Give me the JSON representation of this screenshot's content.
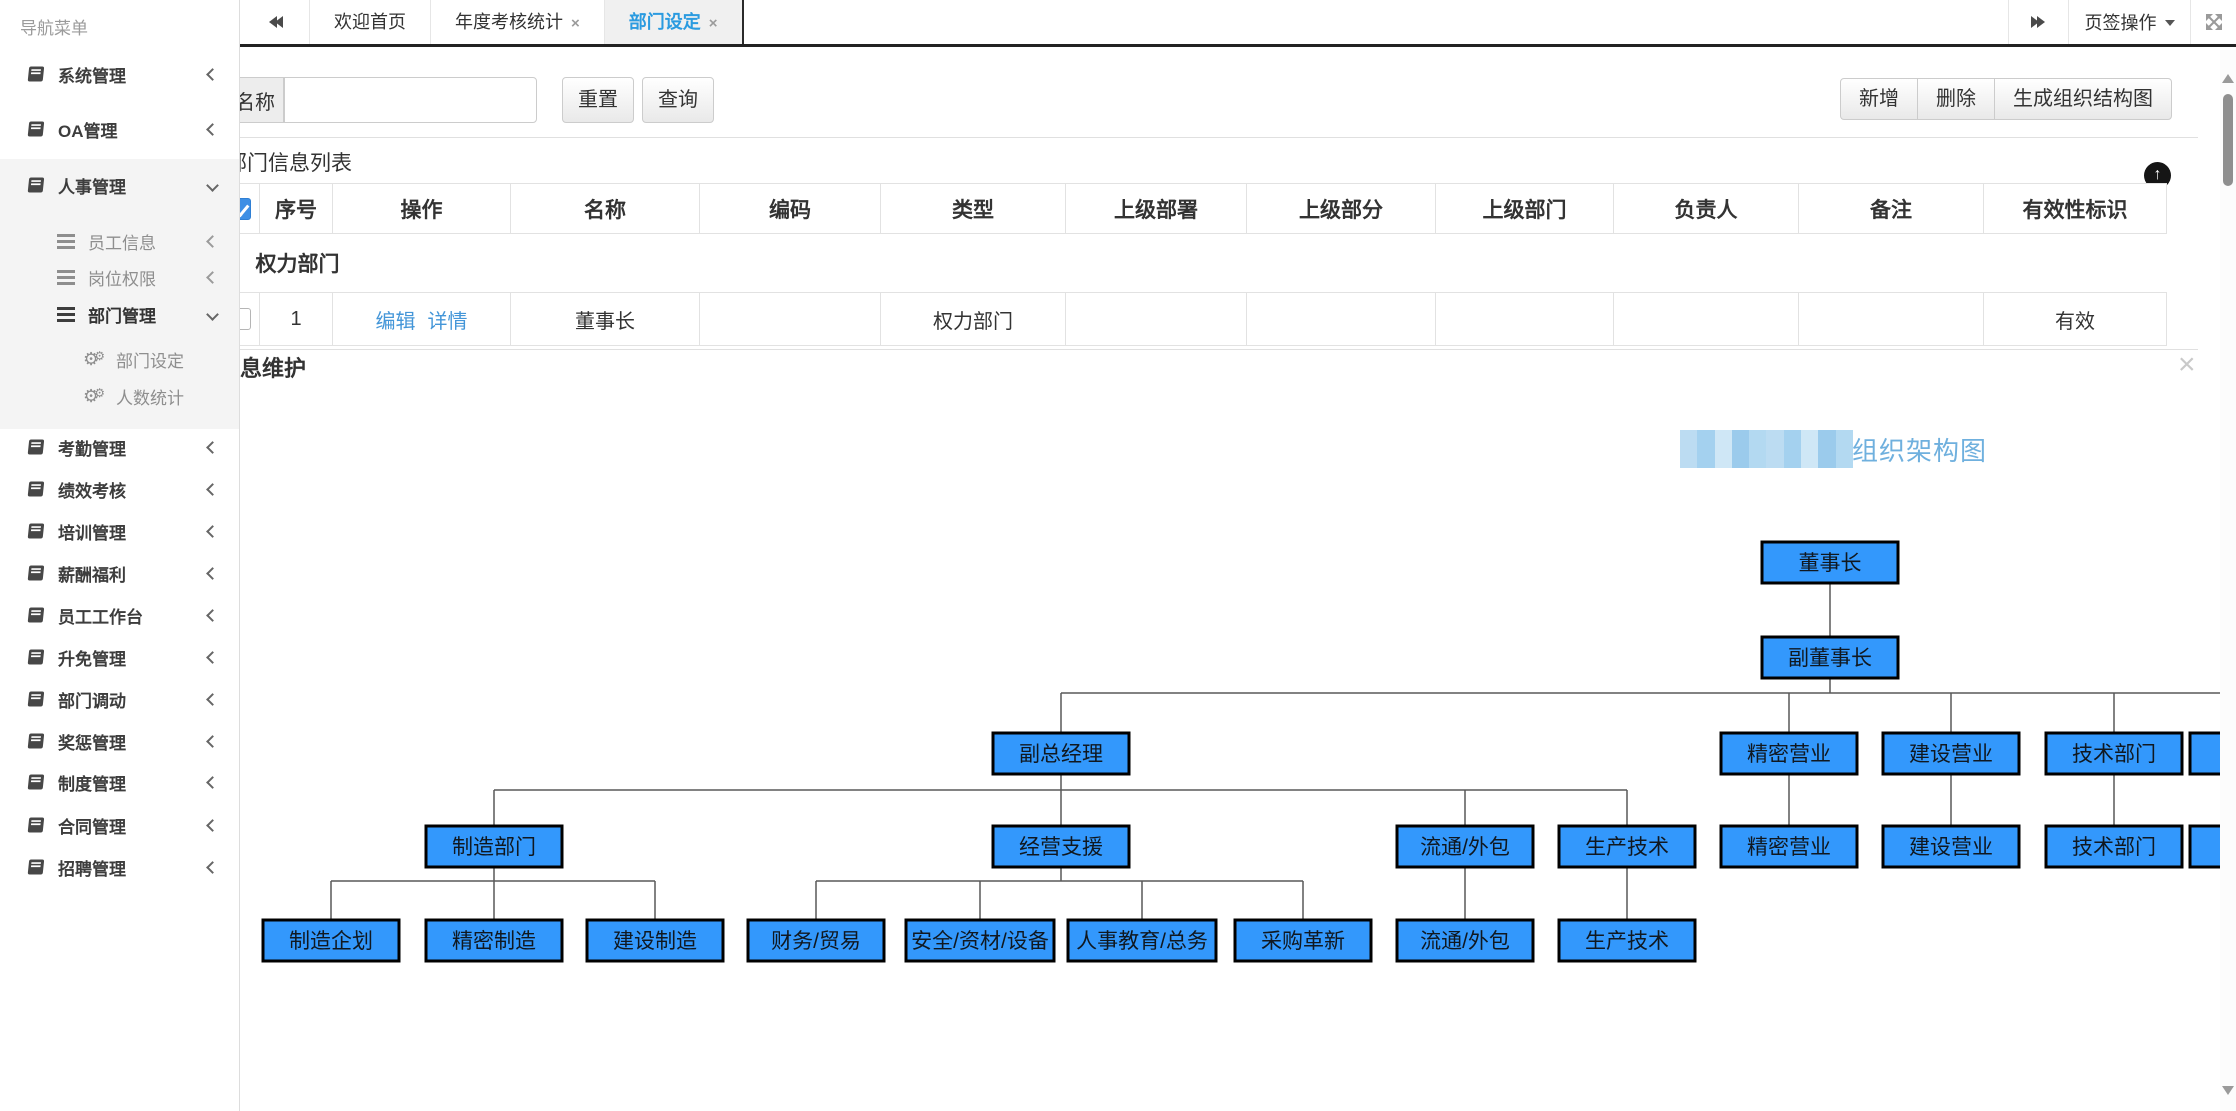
{
  "colors": {
    "tab_active_blue": "#2b9be0",
    "link_blue": "#4496d8",
    "checkbox_blue": "#3d8fe5",
    "org_box_blue": "#3398fc",
    "org_title_blue": "#6fb0de"
  },
  "sidebar": {
    "header": "导航菜单",
    "items": [
      {
        "label": "系统管理"
      },
      {
        "label": "OA管理"
      },
      {
        "label": "人事管理",
        "expanded": true,
        "children": [
          {
            "label": "员工信息"
          },
          {
            "label": "岗位权限"
          },
          {
            "label": "部门管理",
            "expanded": true,
            "children": [
              {
                "label": "部门设定",
                "active": true
              },
              {
                "label": "人数统计"
              }
            ]
          }
        ]
      },
      {
        "label": "考勤管理"
      },
      {
        "label": "绩效考核"
      },
      {
        "label": "培训管理"
      },
      {
        "label": "薪酬福利"
      },
      {
        "label": "员工工作台"
      },
      {
        "label": "升免管理"
      },
      {
        "label": "部门调动"
      },
      {
        "label": "奖惩管理"
      },
      {
        "label": "制度管理"
      },
      {
        "label": "合同管理"
      },
      {
        "label": "招聘管理"
      }
    ]
  },
  "tabbar": {
    "tabs": [
      {
        "label": "欢迎首页",
        "closable": false
      },
      {
        "label": "年度考核统计",
        "closable": true
      },
      {
        "label": "部门设定",
        "closable": true,
        "active": true
      }
    ],
    "close_glyph": "×",
    "menu_label": "页签操作"
  },
  "toolbar": {
    "search_label": "名称",
    "search_value": "",
    "reset": "重置",
    "query": "查询",
    "add": "新增",
    "delete": "删除",
    "generate": "生成组织结构图"
  },
  "list_panel": {
    "title": "部门信息列表",
    "collapse_glyph": "↑",
    "columns": [
      "序号",
      "操作",
      "名称",
      "编码",
      "类型",
      "上级部署",
      "上级部分",
      "上级部门",
      "负责人",
      "备注",
      "有效性标识"
    ],
    "group_row": "权力部门",
    "rows": [
      {
        "seq": "1",
        "ops": [
          "编辑",
          "详情"
        ],
        "name": "董事长",
        "code": "",
        "type": "权力部门",
        "sup_dept1": "",
        "sup_dept2": "",
        "sup_dept3": "",
        "owner": "",
        "note": "",
        "valid": "有效"
      }
    ]
  },
  "maintain_panel": {
    "title": "息维护",
    "close_glyph": "×"
  },
  "orgchart": {
    "title_suffix": "组织架构图",
    "box_color": "#3398fc",
    "line_color": "#595959",
    "nodes": [
      {
        "id": "n1",
        "label": "董事长",
        "parent": null
      },
      {
        "id": "n2",
        "label": "副董事长",
        "parent": "n1"
      },
      {
        "id": "n3",
        "label": "副总经理",
        "parent": "n2"
      },
      {
        "id": "n4",
        "label": "精密营业",
        "parent": "n2"
      },
      {
        "id": "n5",
        "label": "建设营业",
        "parent": "n2"
      },
      {
        "id": "n6",
        "label": "技术部门",
        "parent": "n2"
      },
      {
        "id": "n7",
        "label": "",
        "parent": "n2",
        "clipped": true
      },
      {
        "id": "n8",
        "label": "制造部门",
        "parent": "n3"
      },
      {
        "id": "n9",
        "label": "经营支援",
        "parent": "n3"
      },
      {
        "id": "n10",
        "label": "流通/外包",
        "parent": "n3"
      },
      {
        "id": "n11",
        "label": "生产技术",
        "parent": "n3"
      },
      {
        "id": "n12",
        "label": "精密营业",
        "parent": "n4"
      },
      {
        "id": "n13",
        "label": "建设营业",
        "parent": "n5"
      },
      {
        "id": "n14",
        "label": "技术部门",
        "parent": "n6"
      },
      {
        "id": "n15",
        "label": "",
        "parent": "n7",
        "clipped": true
      },
      {
        "id": "n16",
        "label": "制造企划",
        "parent": "n8"
      },
      {
        "id": "n17",
        "label": "精密制造",
        "parent": "n8"
      },
      {
        "id": "n18",
        "label": "建设制造",
        "parent": "n8"
      },
      {
        "id": "n19",
        "label": "财务/贸易",
        "parent": "n9"
      },
      {
        "id": "n20",
        "label": "安全/资材/设备",
        "parent": "n9"
      },
      {
        "id": "n21",
        "label": "人事教育/总务",
        "parent": "n9"
      },
      {
        "id": "n22",
        "label": "采购革新",
        "parent": "n9"
      },
      {
        "id": "n23",
        "label": "流通/外包",
        "parent": "n10"
      },
      {
        "id": "n24",
        "label": "生产技术",
        "parent": "n11"
      }
    ]
  }
}
